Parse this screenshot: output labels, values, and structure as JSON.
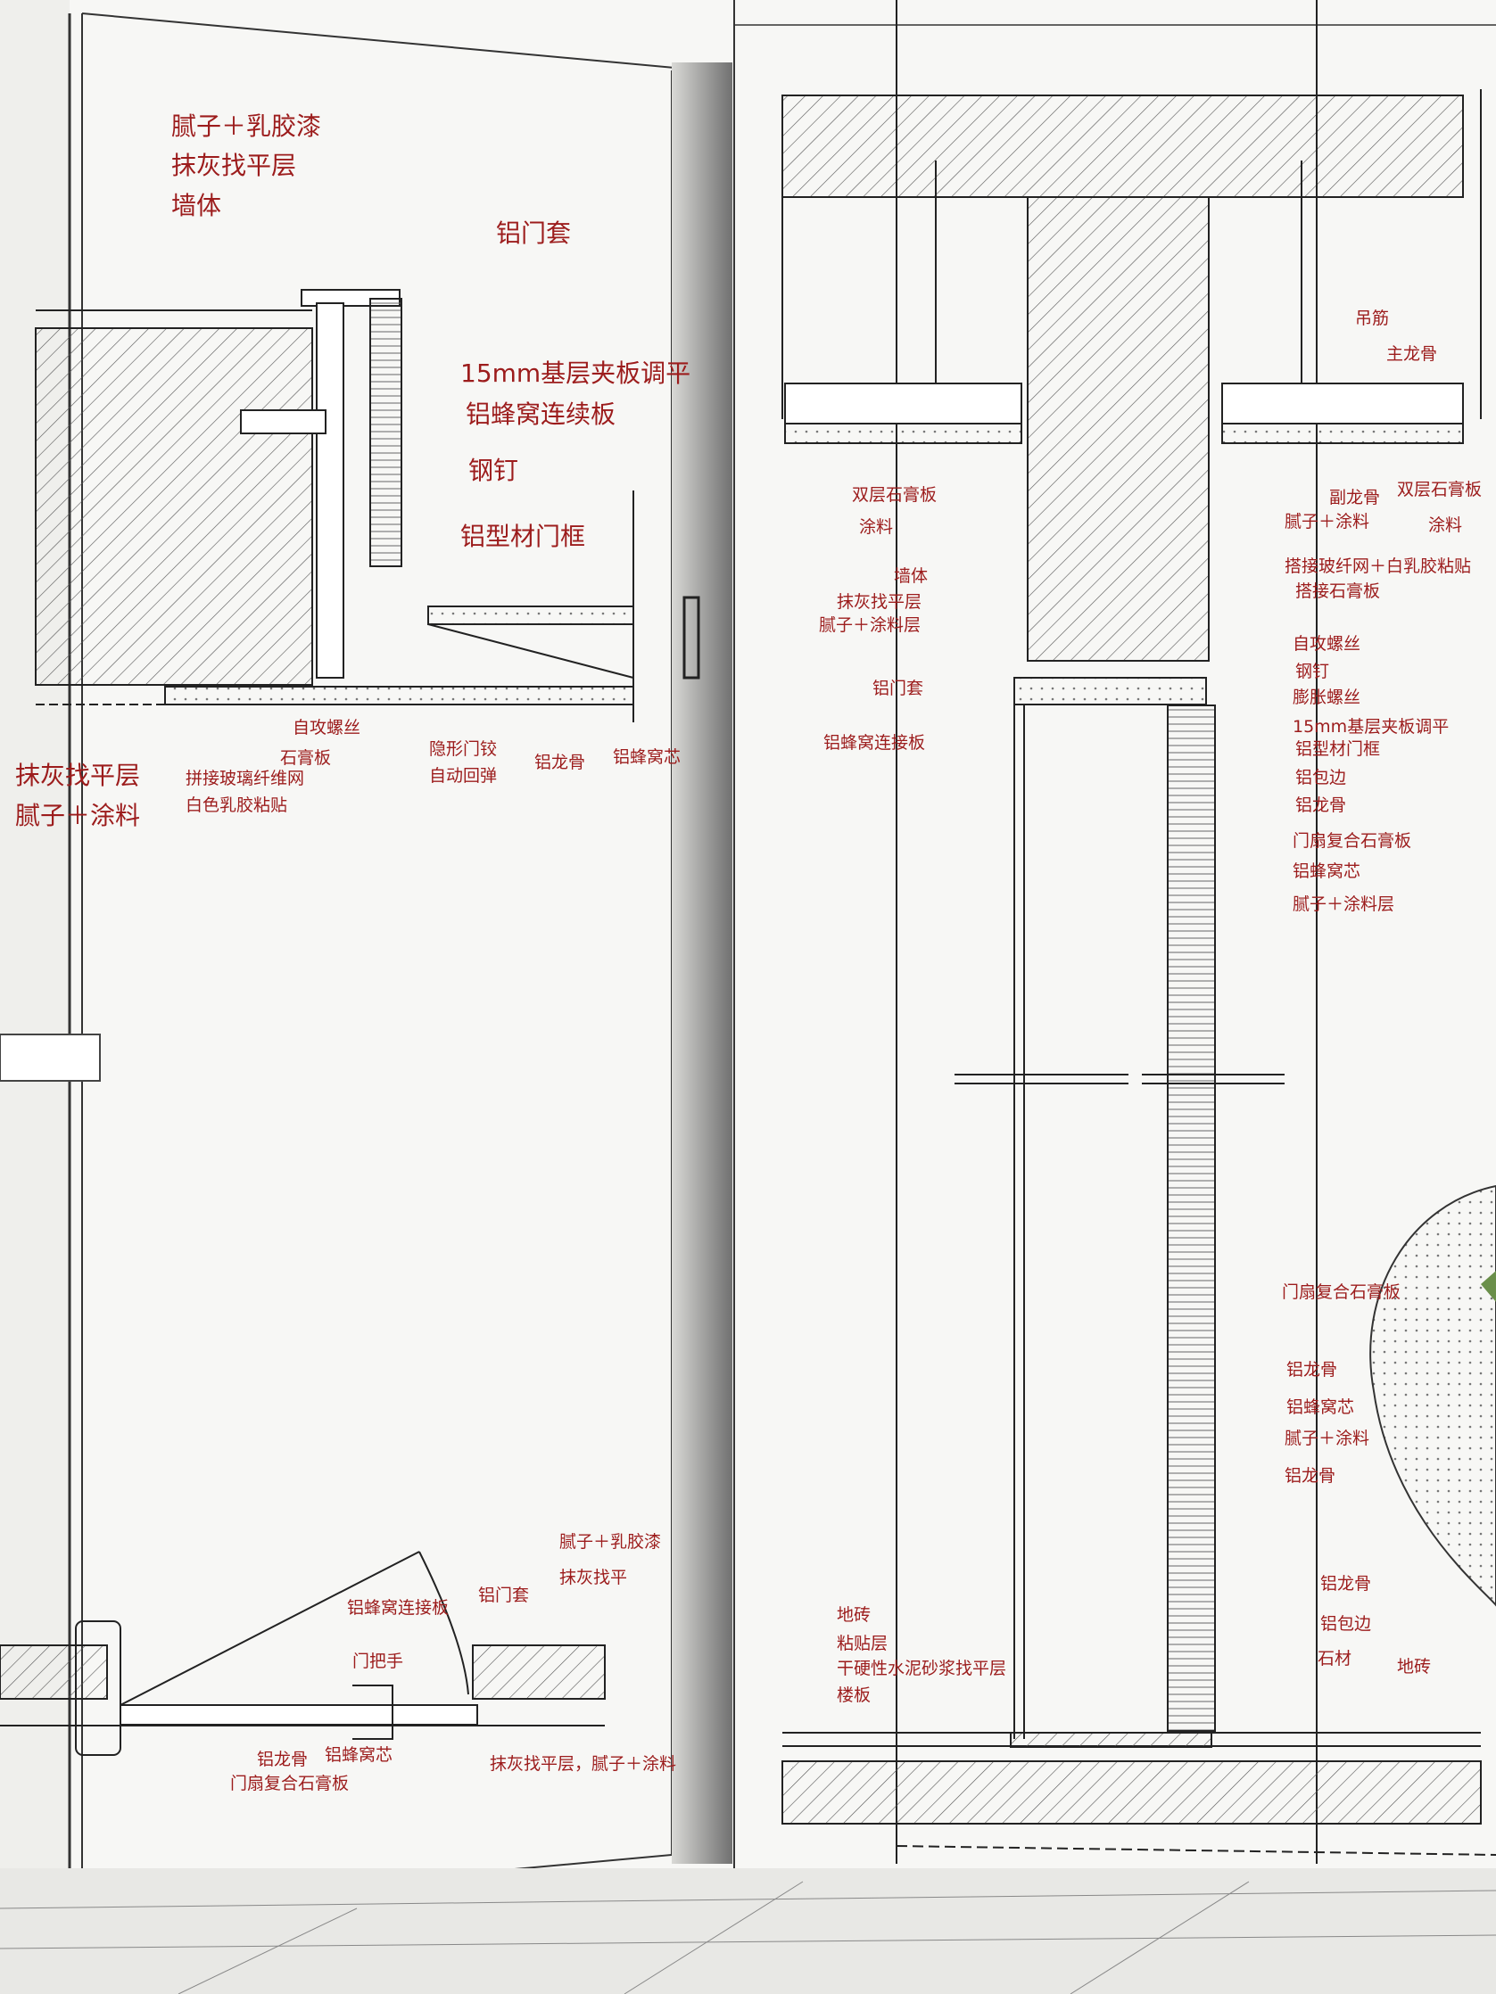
{
  "left_detail": {
    "wall_finish": "腻子＋乳胶漆",
    "plaster": "抹灰找平层",
    "wall": "墙体",
    "door_casing": "铝门套",
    "plywood": "15mm基层夹板调平",
    "honeycomb_board": "铝蜂窝连续板",
    "steel_nail": "钢钉",
    "door_frame": "铝型材门框",
    "screw": "自攻螺丝",
    "gypsum": "石膏板",
    "mesh_1": "拼接玻璃纤维网",
    "mesh_2": "白色乳胶粘贴",
    "hinge_1": "隐形门铰",
    "hinge_2": "自动回弹",
    "keel": "铝龙骨",
    "honeycomb_core": "铝蜂窝芯",
    "plaster_bottom": "抹灰找平层",
    "putty_bottom": "腻子＋涂料"
  },
  "bottom_plan": {
    "wall_finish": "腻子＋乳胶漆",
    "plaster": "抹灰找平",
    "door_casing": "铝门套",
    "connect_board": "铝蜂窝连接板",
    "handle": "门把手",
    "keel": "铝龙骨",
    "honeycomb_core": "铝蜂窝芯",
    "door_gypsum": "门扇复合石膏板",
    "finish": "抹灰找平层，腻子＋涂料"
  },
  "section": {
    "hanger": "吊筋",
    "main_keel": "主龙骨",
    "double_gypsum_left": "双层石膏板",
    "paint_left": "涂料",
    "sub_keel": "副龙骨",
    "double_gypsum_right": "双层石膏板",
    "paint_right": "涂料",
    "putty_paint": "腻子＋涂料",
    "mesh": "搭接玻纤网＋白乳胶粘贴",
    "lap_gypsum": "搭接石膏板",
    "wall": "墙体",
    "plaster": "抹灰找平层",
    "putty_layer": "腻子＋涂料层",
    "door_casing": "铝门套",
    "connect_board": "铝蜂窝连接板",
    "screw": "自攻螺丝",
    "steel_nail": "钢钉",
    "expansion_bolt": "膨胀螺丝",
    "plywood": "15mm基层夹板调平",
    "door_frame": "铝型材门框",
    "edge": "铝包边",
    "keel": "铝龙骨",
    "door_gypsum": "门扇复合石膏板",
    "honeycomb_core": "铝蜂窝芯",
    "putty_layer_2": "腻子＋涂料层",
    "door_gypsum_2": "门扇复合石膏板",
    "keel_2": "铝龙骨",
    "honeycomb_core_2": "铝蜂窝芯",
    "putty_paint_2": "腻子＋涂料",
    "keel_3": "铝龙骨",
    "keel_4": "铝龙骨",
    "edge_2": "铝包边",
    "stone": "石材",
    "floor_tile_right": "地砖",
    "floor_tile": "地砖",
    "adhesive": "粘贴层",
    "mortar": "干硬性水泥砂浆找平层",
    "slab": "楼板"
  },
  "colors": {
    "annotation": "#9c1c1c",
    "line": "#222222",
    "paper": "#f7f7f5"
  }
}
